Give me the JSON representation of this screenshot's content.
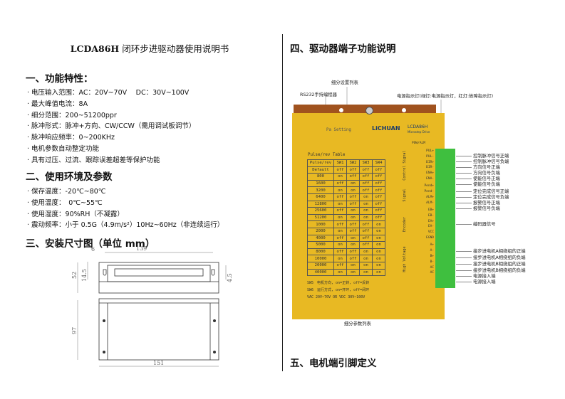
{
  "left": {
    "title_model": "LCDA86H",
    "title_rest": " 闭环步进驱动器使用说明书",
    "section1": {
      "heading": "一、功能特性：",
      "items": [
        "电压输入范围：AC：20V~70V　 DC：30V~100V",
        "最大峰值电流：8A",
        "细分范围：200~51200ppr",
        "脉冲形式：脉冲+方向、CW/CCW（需用调试板调节）",
        "脉冲响应频率：0~200KHz",
        "电机参数自动整定功能",
        "具有过压、过流、跟踪误差超差等保护功能"
      ]
    },
    "section2": {
      "heading": "二、使用环境及参数",
      "items": [
        "保存温度：-20℃~80℃",
        "使用温度：　0℃~55℃",
        "使用湿度：90%RH（不凝露）",
        "震动频率：小于 0.5G（4.9m/s²）10Hz~60Hz（非连续运行）"
      ]
    },
    "section3": {
      "heading": "三、安装尺寸图（单位 mm）",
      "dims": {
        "d6": "6",
        "d139": "139",
        "d52": "52",
        "d14_5": "14.5",
        "d4_5": "4.5",
        "d97": "97",
        "d151": "151"
      }
    }
  },
  "right": {
    "section4": {
      "heading": "四、驱动器端子功能说明"
    },
    "section5": {
      "heading": "五、电机端引脚定义"
    },
    "callouts": {
      "subdiv": "细分设置列表",
      "rs232": "RS232手持编程器",
      "led": "电源指示灯(绿灯:电源指示灯，红灯:故障指示灯)",
      "param": "细分参数列表"
    },
    "drive": {
      "brand": "LiCHUAN",
      "model": "LCDA86H",
      "model_sub": "Microstep Drive",
      "rs232_label": "RS232",
      "pa_setting": "Pa Setting",
      "pow_alm": "POW/ALM",
      "groups": [
        {
          "name": "Control Signal",
          "pins": [
            "PUL+",
            "PUL-",
            "DIR+",
            "DIR-",
            "ENA+",
            "ENA-"
          ]
        },
        {
          "name": "Signal",
          "pins": [
            "Pend+",
            "Pend-",
            "ALM+",
            "ALM-"
          ]
        },
        {
          "name": "Encoder",
          "pins": [
            "EB+",
            "EB-",
            "EA+",
            "EA-",
            "VCC",
            "EGND"
          ]
        },
        {
          "name": "High Voltage",
          "pins": [
            "A+",
            "A-",
            "B+",
            "B-",
            "AC",
            "AC"
          ]
        }
      ],
      "color_body": "#e8b923",
      "color_terminal": "#3fbf3f"
    },
    "table": {
      "caption": "Pulse/rev Table",
      "headers": [
        "Pulse/rev",
        "SW1",
        "SW2",
        "SW3",
        "SW4"
      ],
      "rows": [
        [
          "Default",
          "off",
          "off",
          "off",
          "off"
        ],
        [
          "800",
          "on",
          "off",
          "off",
          "off"
        ],
        [
          "1600",
          "off",
          "on",
          "off",
          "off"
        ],
        [
          "3200",
          "on",
          "on",
          "off",
          "off"
        ],
        [
          "6400",
          "off",
          "off",
          "on",
          "off"
        ],
        [
          "12800",
          "on",
          "off",
          "on",
          "off"
        ],
        [
          "25600",
          "off",
          "on",
          "on",
          "off"
        ],
        [
          "51200",
          "on",
          "on",
          "on",
          "off"
        ],
        [
          "1000",
          "off",
          "off",
          "off",
          "on"
        ],
        [
          "2000",
          "on",
          "off",
          "off",
          "on"
        ],
        [
          "4000",
          "off",
          "on",
          "off",
          "on"
        ],
        [
          "5000",
          "on",
          "on",
          "off",
          "on"
        ],
        [
          "8000",
          "off",
          "off",
          "on",
          "on"
        ],
        [
          "10000",
          "on",
          "off",
          "on",
          "on"
        ],
        [
          "20000",
          "off",
          "on",
          "on",
          "on"
        ],
        [
          "40000",
          "on",
          "on",
          "on",
          "on"
        ]
      ],
      "notes": [
        "SW5　电机方向, on=正转, off=反转",
        "SW6　运行方式, on=开环, off=闭环",
        "VAC 20V~70V OR VDC 30V~100V"
      ]
    },
    "terminal_labels": [
      "控制脉冲信号正端",
      "控制脉冲信号负端",
      "方向信号正端",
      "方向信号负端",
      "使能信号正端",
      "使能信号负端",
      "定位完成信号正端",
      "定位完成信号负端",
      "报警信号正端",
      "报警信号负端",
      "编码器信号",
      "接步进电机A相绕组的正端",
      "接步进电机A相绕组的负端",
      "接步进电机B相绕组的正端",
      "接步进电机B相绕组的负端",
      "电源接入端",
      "电源接入端"
    ]
  }
}
